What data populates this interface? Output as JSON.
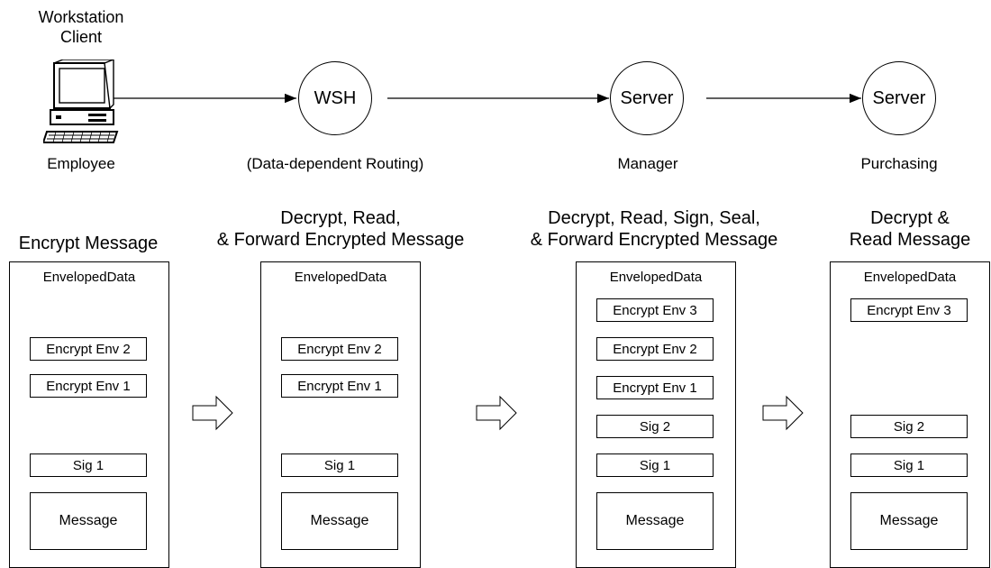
{
  "client": {
    "title_line1": "Workstation",
    "title_line2": "Client",
    "caption": "Employee"
  },
  "nodes": [
    {
      "name": "WSH",
      "caption": "(Data-dependent Routing)"
    },
    {
      "name": "Server",
      "caption": "Manager"
    },
    {
      "name": "Server",
      "caption": "Purchasing"
    }
  ],
  "stages": [
    {
      "title_line1": "",
      "title_line2": "Encrypt Message",
      "header": "EnvelopedData",
      "items": [
        "Encrypt Env 2",
        "Encrypt Env 1",
        "Sig 1"
      ],
      "message": "Message"
    },
    {
      "title_line1": "Decrypt, Read,",
      "title_line2": "& Forward Encrypted Message",
      "header": "EnvelopedData",
      "items": [
        "Encrypt Env 2",
        "Encrypt Env 1",
        "Sig 1"
      ],
      "message": "Message"
    },
    {
      "title_line1": "Decrypt, Read, Sign, Seal,",
      "title_line2": "& Forward Encrypted Message",
      "header": "EnvelopedData",
      "items": [
        "Encrypt Env 3",
        "Encrypt Env 2",
        "Encrypt Env 1",
        "Sig 2",
        "Sig 1"
      ],
      "message": "Message"
    },
    {
      "title_line1": "Decrypt &",
      "title_line2": "Read Message",
      "header": "EnvelopedData",
      "items": [
        "Encrypt Env 3",
        "Sig 2",
        "Sig 1"
      ],
      "message": "Message"
    }
  ]
}
